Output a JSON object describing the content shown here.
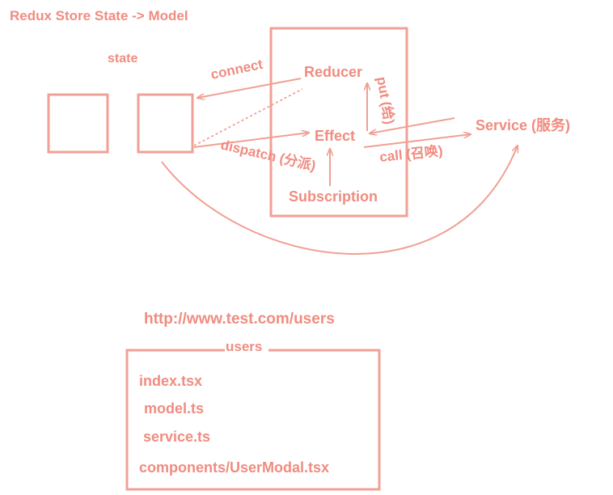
{
  "title": "Redux Store State -> Model",
  "colors": {
    "accent": "#f0a094",
    "text": "#f08c80",
    "background": "#ffffff"
  },
  "diagram": {
    "state_label": "state",
    "model_box": {
      "reducer": "Reducer",
      "effect": "Effect",
      "subscription": "Subscription"
    },
    "service": "Service (服务)",
    "edges": {
      "connect": "connect",
      "dispatch": "dispatch (分派)",
      "put": "put (给)",
      "call": "call (召唤)"
    }
  },
  "folder": {
    "url": "http://www.test.com/users",
    "name": "users",
    "files": [
      "index.tsx",
      "model.ts",
      "service.ts",
      "components/UserModal.tsx"
    ]
  }
}
